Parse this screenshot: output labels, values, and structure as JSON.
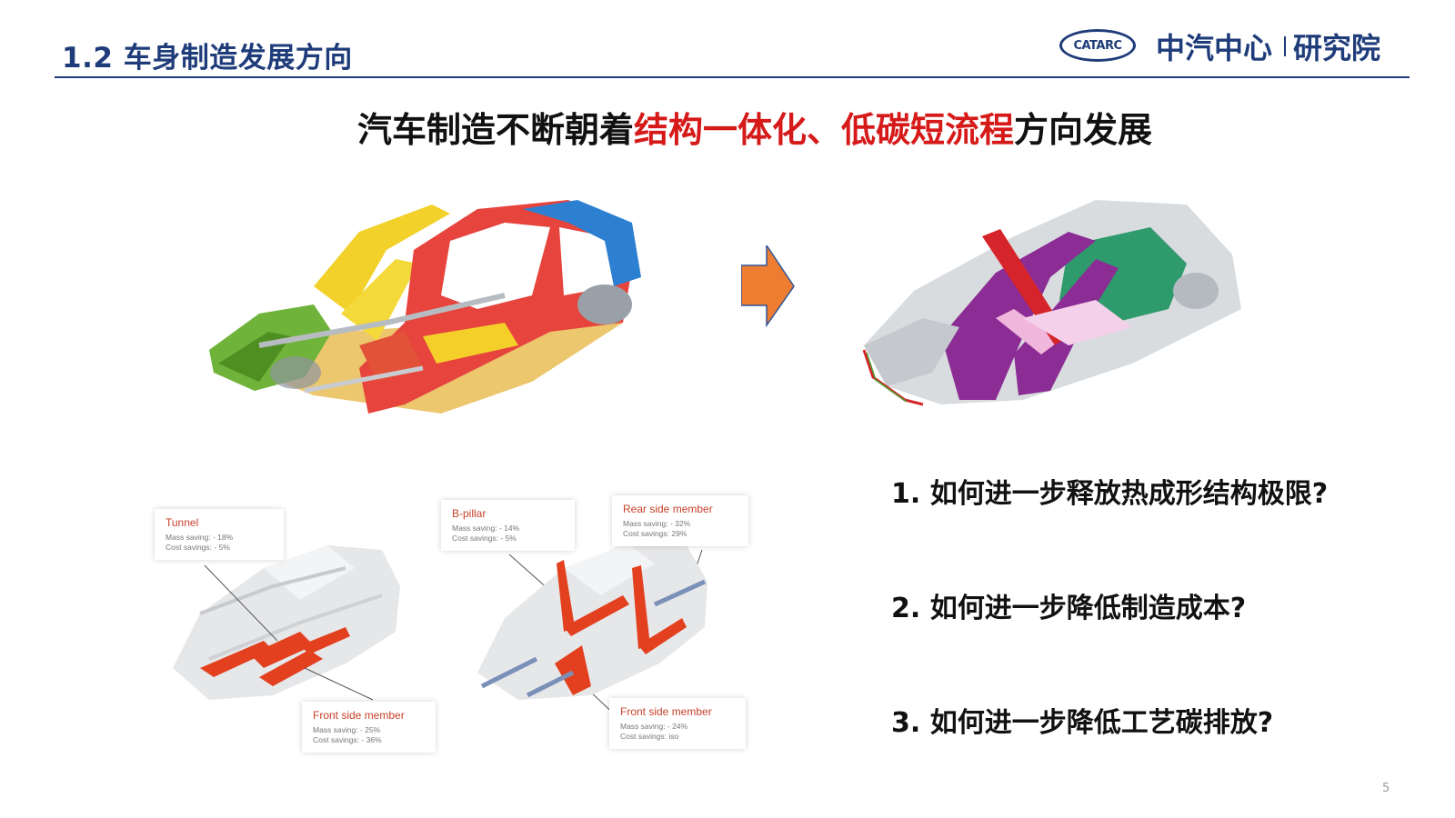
{
  "header": {
    "section_title": "1.2 车身制造发展方向",
    "logo": {
      "mark": "CATARC",
      "org": "中汽中心",
      "dept": "研究院"
    }
  },
  "headline": {
    "part1": "汽车制造不断朝着",
    "highlight1": "结构一体化",
    "sep": "、",
    "highlight2": "低碳短流程",
    "part2": "方向发展",
    "highlight_color": "#d61a1a"
  },
  "figures": {
    "left_car_icon": "multicolor-car-body-icon",
    "arrow_icon": "right-arrow-icon",
    "arrow_color": "#ee7d31",
    "right_car_icon": "integrated-car-body-icon"
  },
  "callouts": [
    {
      "title": "Tunnel",
      "line1": "Mass saving: - 18%",
      "line2": "Cost savings: - 5%"
    },
    {
      "title": "Front side member",
      "line1": "Mass saving: - 25%",
      "line2": "Cost savings: - 36%"
    },
    {
      "title": "B-pillar",
      "line1": "Mass saving: - 14%",
      "line2": "Cost savings: - 5%"
    },
    {
      "title": "Rear side member",
      "line1": "Mass saving: - 32%",
      "line2": "Cost savings: 29%"
    },
    {
      "title": "Front side member",
      "line1": "Mass saving: - 24%",
      "line2": "Cost savings: iso"
    }
  ],
  "questions": [
    "1. 如何进一步释放热成形结构极限?",
    "2. 如何进一步降低制造成本?",
    "3. 如何进一步降低工艺碳排放?"
  ],
  "page_number": "5"
}
